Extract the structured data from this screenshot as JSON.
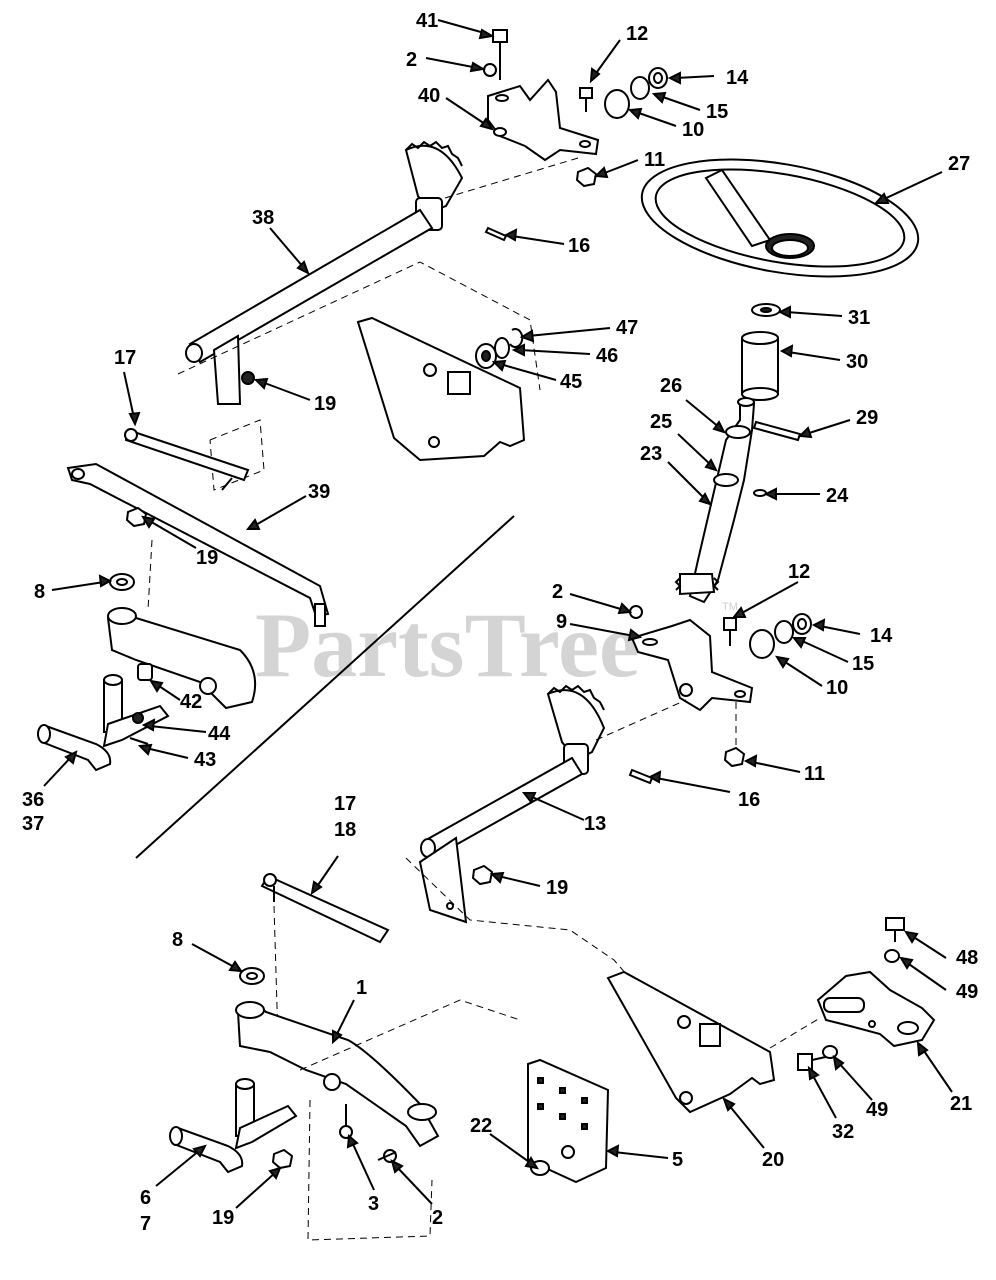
{
  "watermark": {
    "text": "PartsTree",
    "tm": "TM"
  },
  "labels": {
    "l41": "41",
    "l12a": "12",
    "l2a": "2",
    "l14a": "14",
    "l40": "40",
    "l15a": "15",
    "l10a": "10",
    "l11a": "11",
    "l27": "27",
    "l38": "38",
    "l16a": "16",
    "l31": "31",
    "l30": "30",
    "l17a": "17",
    "l47": "47",
    "l46": "46",
    "l45": "45",
    "l19a": "19",
    "l26": "26",
    "l29": "29",
    "l25": "25",
    "l23": "23",
    "l24": "24",
    "l39": "39",
    "l19b": "19",
    "l8a": "8",
    "l2b": "2",
    "l12b": "12",
    "l9": "9",
    "l14b": "14",
    "l15b": "15",
    "l10b": "10",
    "l42": "42",
    "l44": "44",
    "l43": "43",
    "l36": "36",
    "l37": "37",
    "l11b": "11",
    "l16b": "16",
    "l13": "13",
    "l17b": "17",
    "l18": "18",
    "l19c": "19",
    "l8b": "8",
    "l1": "1",
    "l48": "48",
    "l49a": "49",
    "l22": "22",
    "l5": "5",
    "l20": "20",
    "l32": "32",
    "l49b": "49",
    "l21": "21",
    "l6": "6",
    "l7": "7",
    "l19d": "19",
    "l3": "3",
    "l2c": "2"
  }
}
